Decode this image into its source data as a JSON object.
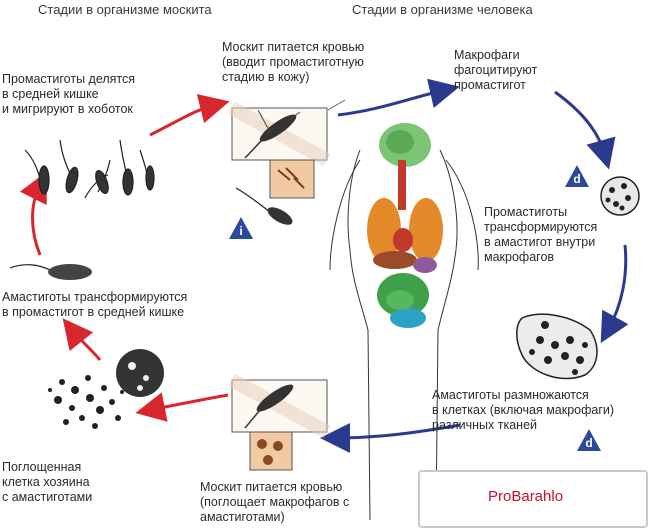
{
  "headers": {
    "mosquito": "Стадии в организме москита",
    "human": "Стадии в организме человека"
  },
  "labels": {
    "mosquito_feed_top": "Москит питается кровью\n(вводит промастиготную\nстадию в кожу)",
    "macrophage_phagocytose": "Макрофаги\nфагоцитируют\nпромастигот",
    "promastigote_transform": "Промастиготы\nтрансформируются\nв амастигот внутри\nмакрофагов",
    "amastigote_multiply": "Амастиготы размножаются\nв клетках (включая макрофаги)\nразличных тканей",
    "mosquito_feed_bottom": "Москит питается кровью\n(поглощает макрофагов с\nамастиготами)",
    "host_cell": "Поглощенная\nклетка хозяина\nс амастиготами",
    "amastigote_transform": "Амастиготы трансформируются\nв промастигот в средней кишке",
    "promastigote_divide": "Промастиготы делятся\nв средней кишке\nи мигрируют в хоботок"
  },
  "badges": {
    "infective": "i",
    "diagnostic_top": "d",
    "diagnostic_bottom": "d"
  },
  "watermark": {
    "text": "ProBarahlo"
  },
  "colors": {
    "mosquito_arrow": "#d8262e",
    "human_arrow": "#2b3a8c",
    "badge_fill": "#2d4a9a"
  }
}
